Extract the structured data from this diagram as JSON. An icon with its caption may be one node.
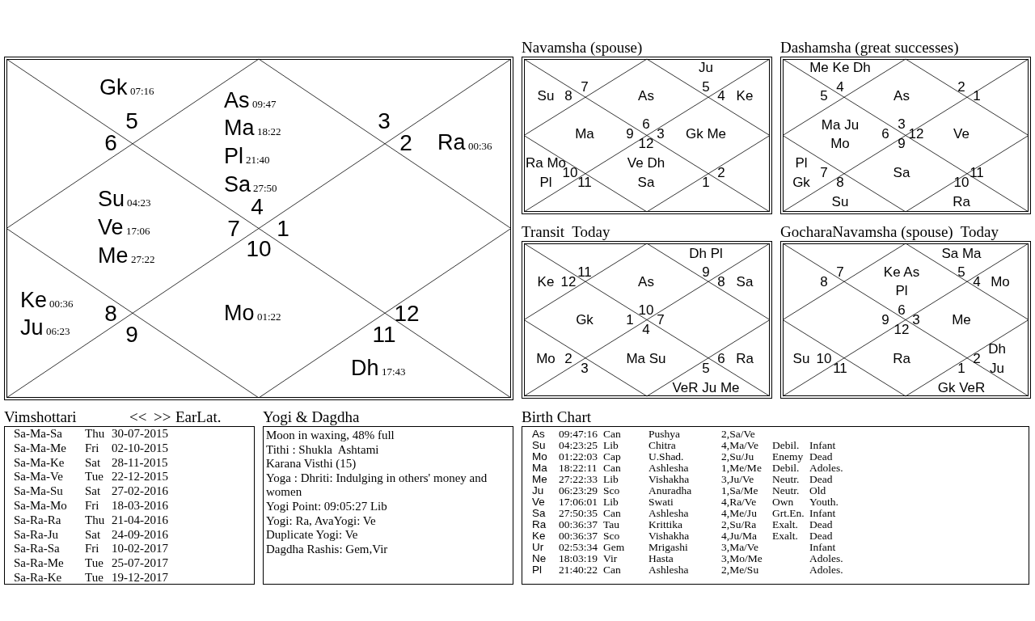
{
  "diagram": {
    "nodes": [
      {
        "text": [
          "Gk",
          "07:16",
          "5",
          "6",
          "As",
          "09:47",
          "Ma",
          "18:22",
          "Pl",
          "21:40",
          "Sa",
          "27:50",
          "4",
          "7",
          "1",
          "10",
          "3",
          "2",
          "Ra",
          "00:36",
          "Su",
          "04:23",
          "Ve",
          "17:06",
          "Me",
          "27:22",
          "Ke",
          "00:36",
          "Ju",
          "06:23",
          "8",
          "9",
          "Mo",
          "01:22",
          "12",
          "11",
          "Dh",
          "17:43"
        ]
      },
      {
        "text": [
          "Navamsha (spouse)",
          "Ju",
          "7",
          "Su",
          "8",
          "As",
          "5",
          "4",
          "Ke",
          "Ma",
          "6",
          "9",
          "3",
          "12",
          "Gk Me",
          "Ra Mo",
          "10",
          "Pl",
          "11",
          "Ve Dh",
          "Sa",
          "1",
          "2"
        ]
      },
      {
        "text": [
          "Dashamsha (great successes)",
          "Me Ke Dh",
          "4",
          "5",
          "As",
          "2",
          "1",
          "Ma Ju",
          "Mo",
          "3",
          "6",
          "12",
          "9",
          "Ve",
          "Pl",
          "7",
          "Gk",
          "8",
          "Sa",
          "11",
          "10",
          "Su",
          "Ra"
        ]
      },
      {
        "text": [
          "Transit  Today",
          "Dh Pl",
          "Ke",
          "12",
          "11",
          "As",
          "9",
          "8",
          "Sa",
          "Gk",
          "10",
          "1",
          "7",
          "4",
          "Mo",
          "2",
          "3",
          "Ma Su",
          "6",
          "Ra",
          "5",
          "VeR Ju Me"
        ]
      },
      {
        "text": [
          "GocharaNavamsha (spouse)  Today",
          "Sa Ma",
          "7",
          "8",
          "Ke As",
          "Pl",
          "5",
          "4",
          "Mo",
          "6",
          "9",
          "3",
          "12",
          "Me",
          "Su",
          "10",
          "11",
          "Ra",
          "2",
          "Dh",
          "1",
          "Ju",
          "Gk VeR"
        ]
      },
      {
        "text": [
          "Vimshottari",
          "<<",
          ">>",
          "EarLat.",
          "Sa-Ma-Sa",
          "Thu",
          "30-07-2015",
          "Sa-Ma-Me",
          "Fri",
          "02-10-2015",
          "Sa-Ma-Ke",
          "Sat",
          "28-11-2015",
          "Sa-Ma-Ve",
          "Tue",
          "22-12-2015",
          "Sa-Ma-Su",
          "Sat",
          "27-02-2016",
          "Sa-Ma-Mo",
          "Fri",
          "18-03-2016",
          "Sa-Ra-Ra",
          "Thu",
          "21-04-2016",
          "Sa-Ra-Ju",
          "Sat",
          "24-09-2016",
          "Sa-Ra-Sa",
          "Fri",
          "10-02-2017",
          "Sa-Ra-Me",
          "Tue",
          "25-07-2017",
          "Sa-Ra-Ke",
          "Tue",
          "19-12-2017"
        ]
      },
      {
        "text": [
          "Yogi & Dagdha",
          "Moon in waxing, 48% full",
          "Tithi : Shukla  Ashtami",
          "Karana Visthi (15)",
          "Yoga : Dhriti: Indulging in others' money and women",
          "Yogi Point: 09:05:27 Lib",
          "Yogi: Ra, AvaYogi: Ve",
          "Duplicate Yogi: Ve",
          "Dagdha Rashis: Gem,Vir"
        ]
      },
      {
        "text": [
          "Birth Chart",
          "As",
          "09:47:16",
          "Can",
          "Pushya",
          "2,Sa/Ve",
          "Su",
          "04:23:25",
          "Lib",
          "Chitra",
          "4,Ma/Ve",
          "Debil.",
          "Infant",
          "Mo",
          "01:22:03",
          "Cap",
          "U.Shad.",
          "2,Su/Ju",
          "Enemy",
          "Dead",
          "Ma",
          "18:22:11",
          "Can",
          "Ashlesha",
          "1,Me/Me",
          "Debil.",
          "Adoles.",
          "Me",
          "27:22:33",
          "Lib",
          "Vishakha",
          "3,Ju/Ve",
          "Neutr.",
          "Dead",
          "Ju",
          "06:23:29",
          "Sco",
          "Anuradha",
          "1,Sa/Me",
          "Neutr.",
          "Old",
          "Ve",
          "17:06:01",
          "Lib",
          "Swati",
          "4,Ra/Ve",
          "Own",
          "Youth.",
          "Sa",
          "27:50:35",
          "Can",
          "Ashlesha",
          "4,Me/Ju",
          "Grt.En.",
          "Infant",
          "Ra",
          "00:36:37",
          "Tau",
          "Krittika",
          "2,Su/Ra",
          "Exalt.",
          "Dead",
          "Ke",
          "00:36:37",
          "Sco",
          "Vishakha",
          "4,Ju/Ma",
          "Exalt.",
          "Dead",
          "Ur",
          "02:53:34",
          "Gem",
          "Mrigashi",
          "3,Ma/Ve",
          "Infant",
          "Ne",
          "18:03:19",
          "Vir",
          "Hasta",
          "3,Mo/Me",
          "Adoles.",
          "Pl",
          "21:40:22",
          "Can",
          "Ashlesha",
          "2,Me/Su",
          "Adoles."
        ]
      }
    ]
  }
}
